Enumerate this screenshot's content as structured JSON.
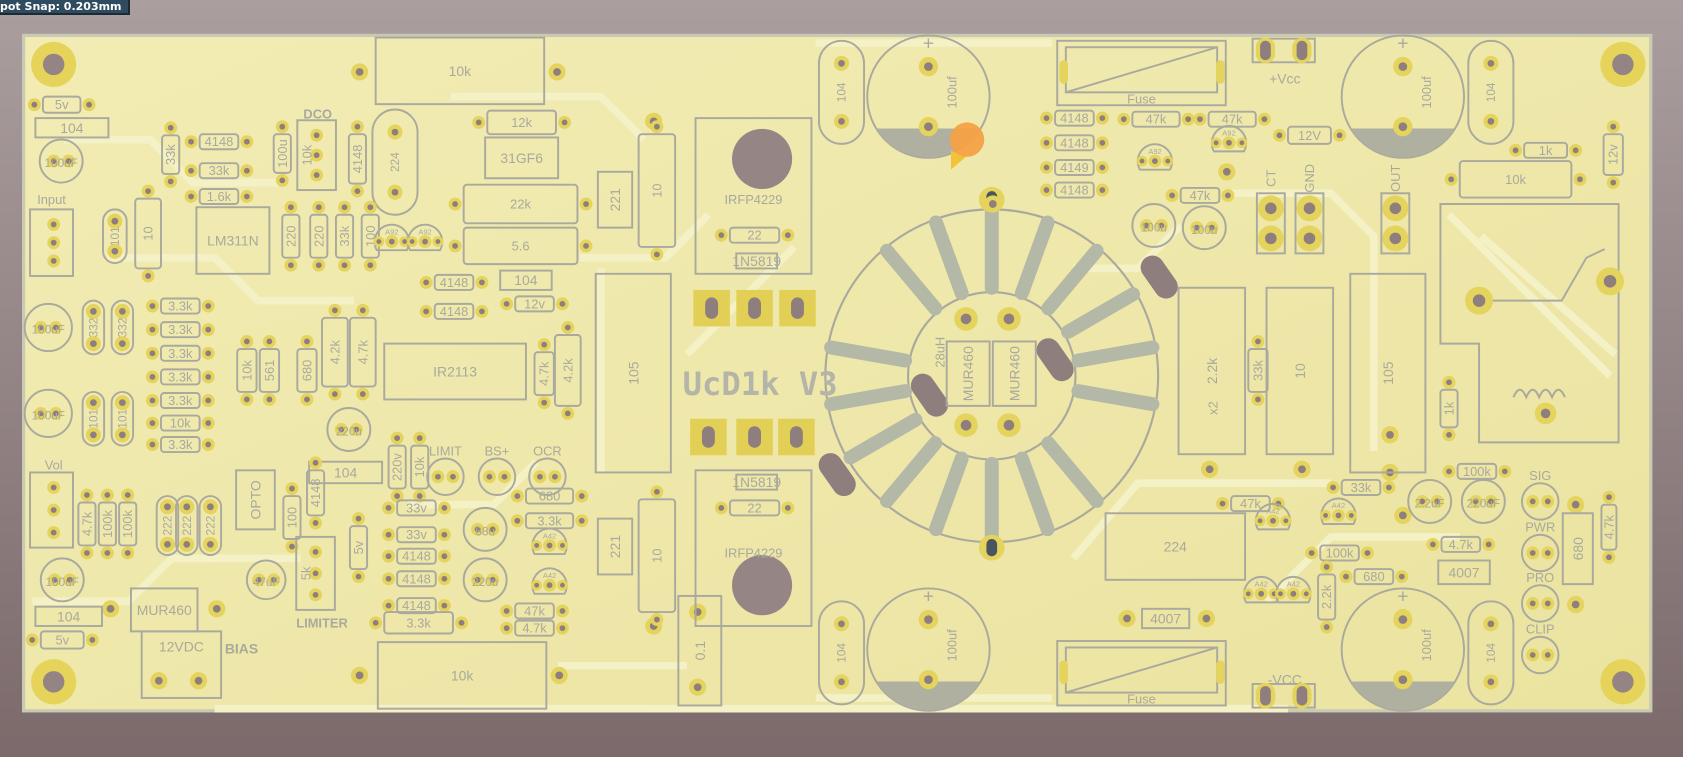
{
  "status_bar": {
    "snap_text": "pot Snap: 0.203mm"
  },
  "board": {
    "title": "UcD1k V3"
  },
  "colors": {
    "board": "#ede6a6",
    "pad": "#e4d35c",
    "hole": "#8e7e7e",
    "silk": "#a9a99d",
    "trace": "#f5f1c6",
    "toroid_spoke": "#b4b8a6",
    "cursor": "#f4a040"
  },
  "parts": {
    "pot_top": "10k",
    "pot_bot": "10k",
    "z5v_a": "5v",
    "c104_a": "104",
    "c100_a": "100uF",
    "input": "Input",
    "r33k_a": "33k",
    "d4148_a": "4148",
    "r33k_b": "33k",
    "r16k": "1.6k",
    "dco": "DCO",
    "dco_pot": "10k",
    "r100u": "100u",
    "d4148_b": "4148",
    "c224_a": "224",
    "r12k": "12k",
    "d31gf6": "31GF6",
    "r22k": "22k",
    "r56": "5.6",
    "irfp_top": "IRFP4229",
    "r22_top": "22",
    "d5819_top": "1N5819",
    "r10_top": "10",
    "c221_top": "221",
    "c104_top": "104",
    "c100_top": "100uf",
    "fuse_top": "Fuse",
    "vcc_pos": "+Vcc",
    "r47k_a": "47k",
    "r47k_b": "47k",
    "d4148_c": "4148",
    "d4148_d": "4148",
    "d4148_e": "4149",
    "d4148_f": "4148",
    "q_a92_a": "A92",
    "q_a92_b": "A92",
    "z12v_a": "12V",
    "c100_tr": "100uf",
    "c104_tr": "104",
    "r1k_a": "1k",
    "z12v_b": "12v",
    "r10k_r": "10k",
    "ct": "CT",
    "gnd": "GND",
    "out": "OUT",
    "r47k_c": "47k",
    "c100u_b": "100u",
    "c100u_c": "100u",
    "lm311": "LM311N",
    "c101_a": "101",
    "r10_a": "10",
    "r220_a": "220",
    "r220_b": "220",
    "r33k_c": "33k",
    "r100_a": "100",
    "q_a92_c": "A92",
    "q_a92_d": "A92",
    "d4148_g": "4148",
    "d4148_h": "4148",
    "c104_b": "104",
    "z12v_c": "12v",
    "c105_a": "105",
    "ir2113": "IR2113",
    "r42k_a": "4.2k",
    "r47k_d": "4.7k",
    "r47k_e": "4.7k",
    "r42k_b": "4.2k",
    "r33_1": "3.3k",
    "r33_2": "3.3k",
    "r33_3": "3.3k",
    "r33_4": "3.3k",
    "r33_5": "3.3k",
    "r10k_b": "10k",
    "r33_6": "3.3k",
    "c100_b": "100uF",
    "c332_a": "332",
    "c332_b": "332",
    "c100_c": "100uF",
    "c101_b": "101",
    "c101_c": "101",
    "r10k_c": "10k",
    "r561": "561",
    "r680_a": "680",
    "ind": "28uH",
    "mur_a": "MUR460",
    "mur_b": "MUR460",
    "r22k_x2": "2.2k",
    "x2": "x2",
    "r10_b": "10",
    "c105_b": "105",
    "r33k_d": "33k",
    "r1k_b": "1k",
    "c220u_a": "220u",
    "c104_c": "104",
    "r220v": "220v",
    "r10k_d": "10k",
    "limit": "LIMIT",
    "bs": "BS+",
    "ocr": "OCR",
    "vol": "Vol",
    "r47k_f": "4.7k",
    "r100k_a": "100k",
    "r100k_b": "100k",
    "c222_a": "222",
    "c222_b": "222",
    "c222_c": "222",
    "opto": "OPTO",
    "r100_b": "100",
    "d4148_i": "4148",
    "c100_d": "100uF",
    "c104_d": "104",
    "z5v_b": "5v",
    "mur_c": "MUR460",
    "vdc": "12VDC",
    "bias": "BIAS",
    "c47u": "47uF",
    "pot5k": "5k",
    "limiter": "LIMITER",
    "z5v_c": "5v",
    "z33v_a": "33v",
    "z33v_b": "33v",
    "d4148_j": "4148",
    "d4148_k": "4148",
    "d4148_l": "4148",
    "r33k_e": "3.3k",
    "c68u": "68u",
    "c220u_b": "220u",
    "r680_b": "680",
    "r33k_f": "3.3k",
    "q_a42_a": "A42",
    "q_a42_b": "A42",
    "r47k_g": "47k",
    "r47k_h": "4.7k",
    "irfp_bot": "IRFP4229",
    "d5819_bot": "1N5819",
    "r22_bot": "22",
    "c221_bot": "221",
    "r10_bot": "10",
    "c01": "0.1",
    "c104_bot": "104",
    "c100_bot": "100uf",
    "c224_b": "224",
    "d4007_a": "4007",
    "fuse_bot": "Fuse",
    "vcc_neg": "-VCC",
    "r47k_i": "47k",
    "q_a42_c": "A42",
    "q_a42_d": "A42",
    "r33k_g": "33k",
    "r100k_c": "100k",
    "r680_c": "680",
    "q_a42_e": "A42",
    "q_a42_f": "A42",
    "r22k_b": "2.2k",
    "r100k_d": "100k",
    "c22u": "2.2uF",
    "c220u_c": "220uF",
    "r47k_j": "4.7k",
    "d4007_b": "4007",
    "sig": "SIG",
    "pwr": "PWR",
    "pro": "PRO",
    "clip": "CLIP",
    "r680_d": "680",
    "r47k_k": "4.7k",
    "c100_br": "100uf",
    "c104_br": "104"
  }
}
